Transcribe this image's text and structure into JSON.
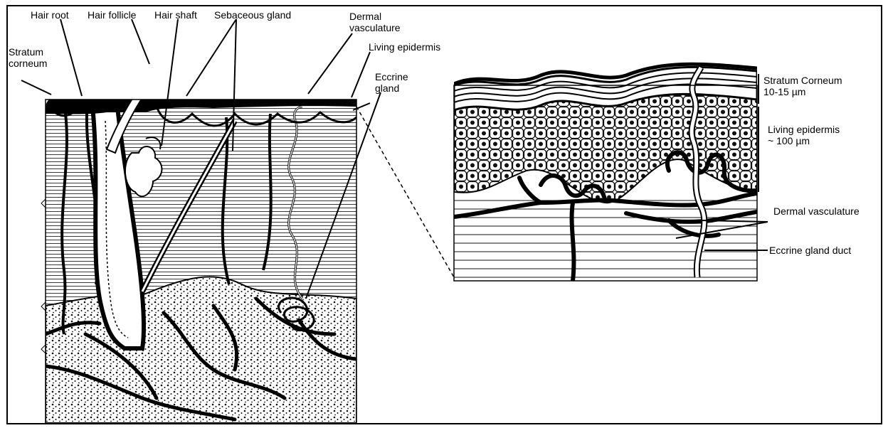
{
  "labels": {
    "hair_root": "Hair root",
    "hair_follicle": "Hair follicle",
    "hair_shaft": "Hair shaft",
    "sebaceous_gland": "Sebaceous gland",
    "dermal_vasculature_1": "Dermal",
    "dermal_vasculature_2": "vasculature",
    "stratum_corneum_1": "Stratum",
    "stratum_corneum_2": "corneum",
    "living_epidermis": "Living epidermis",
    "eccrine_gland_1": "Eccrine",
    "eccrine_gland_2": "gland",
    "zoom_stratum_corneum": "Stratum Corneum",
    "zoom_stratum_corneum_thickness": "10-15 µm",
    "zoom_living_epidermis": "Living epidermis",
    "zoom_living_epidermis_thickness": "~ 100 µm",
    "zoom_dermal_vasculature": "Dermal vasculature",
    "zoom_eccrine_gland_duct": "Eccrine gland duct"
  }
}
